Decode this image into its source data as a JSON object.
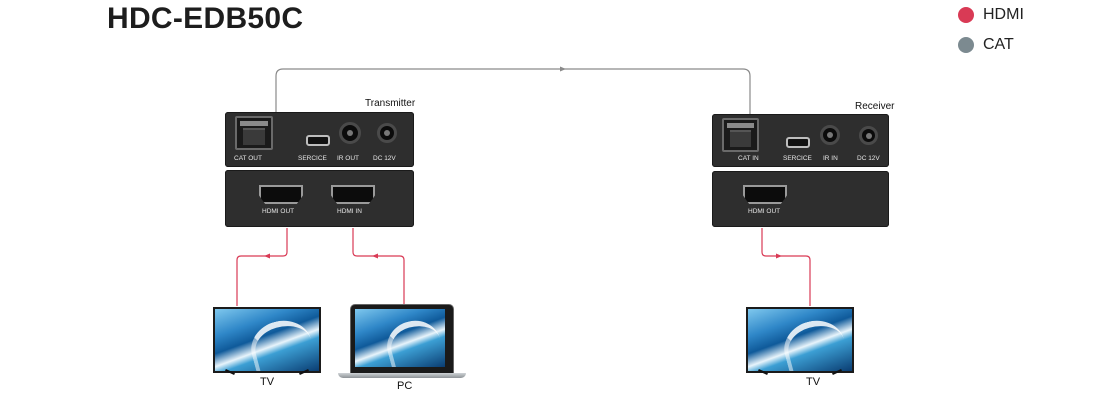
{
  "title": "HDC-EDB50C",
  "legend": [
    {
      "label": "HDMI",
      "color": "#d93a55"
    },
    {
      "label": "CAT",
      "color": "#7c8a90"
    }
  ],
  "transmitter": {
    "label": "Transmitter",
    "ports_top": {
      "cat_out": "CAT OUT",
      "service": "SERCICE",
      "ir_out": "IR OUT",
      "dc": "DC 12V"
    },
    "ports_bottom": {
      "hdmi_out": "HDMI OUT",
      "hdmi_in": "HDMI IN"
    }
  },
  "receiver": {
    "label": "Receiver",
    "ports_top": {
      "cat_in": "CAT IN",
      "service": "SERCICE",
      "ir_in": "IR IN",
      "dc": "DC 12V"
    },
    "ports_bottom": {
      "hdmi_out": "HDMI OUT"
    }
  },
  "devices": {
    "tv_left": "TV",
    "pc": "PC",
    "tv_right": "TV"
  },
  "colors": {
    "hdmi_line": "#d93a55",
    "cat_line": "#8a8a8a",
    "panel": "#2e2e2e"
  }
}
